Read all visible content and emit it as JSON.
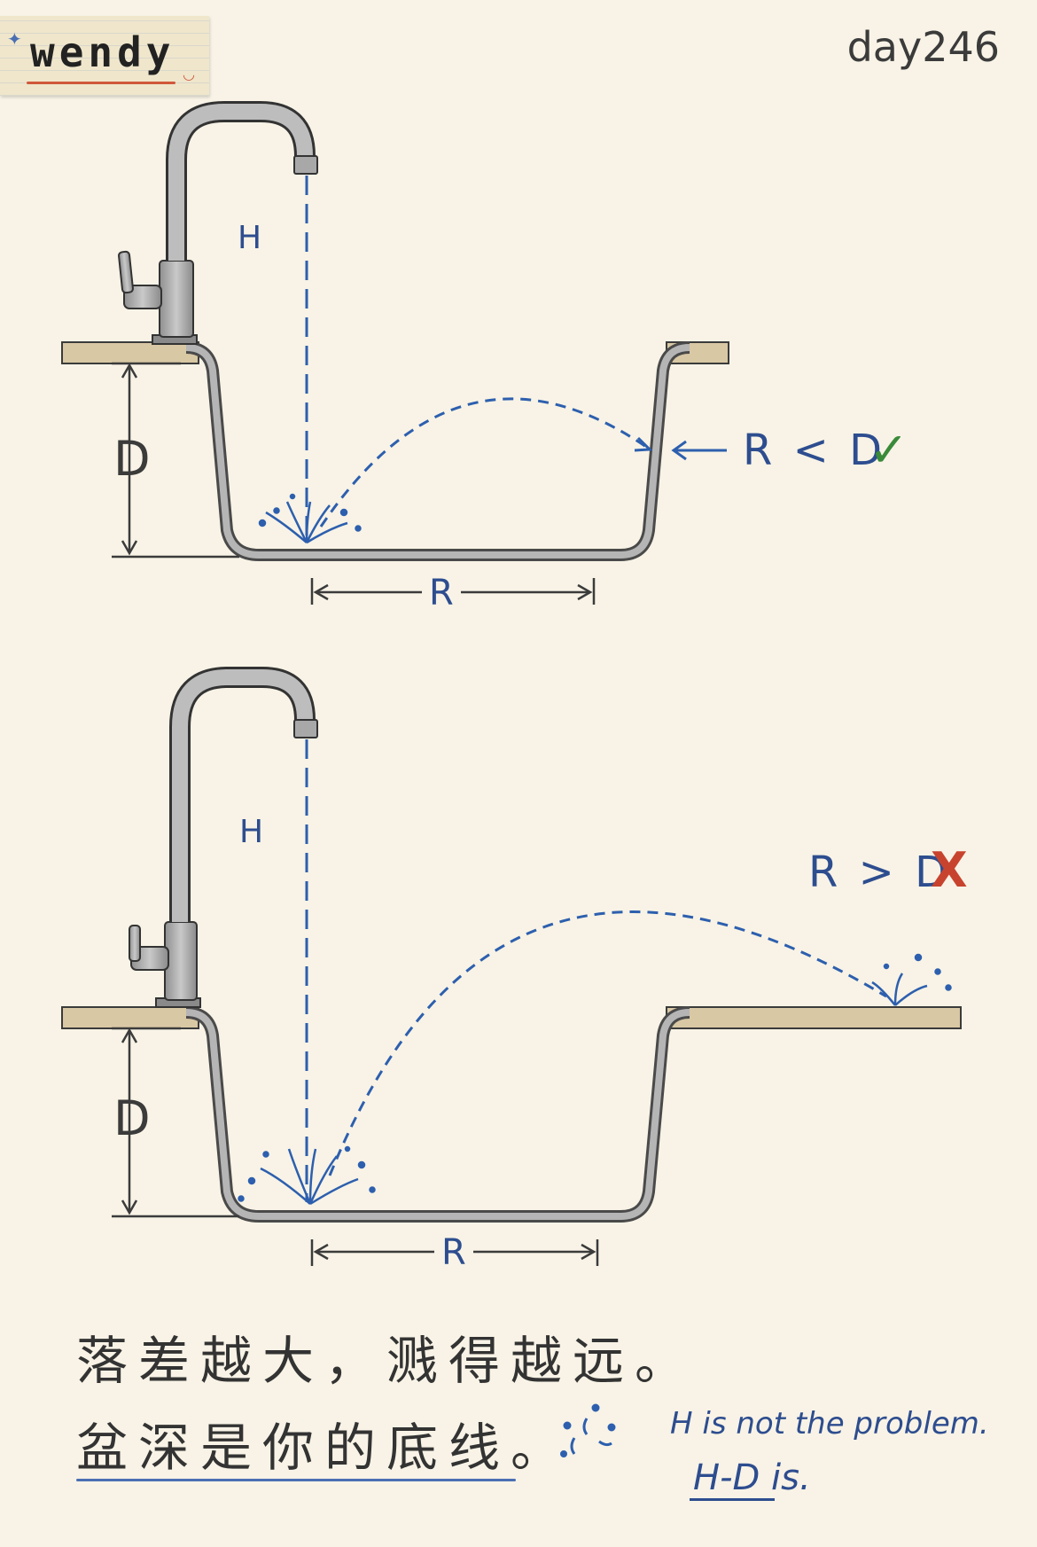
{
  "header": {
    "author_tag": "wendy",
    "day": "day246"
  },
  "diagram_top": {
    "height_label": "H",
    "depth_label": "D",
    "range_label": "R",
    "verdict": "R < D",
    "verdict_mark": "✓",
    "verdict_mark_color": "#3a8a3a"
  },
  "diagram_bottom": {
    "height_label": "H",
    "depth_label": "D",
    "range_label": "R",
    "verdict": "R > D",
    "verdict_mark": "X",
    "verdict_mark_color": "#c8432e"
  },
  "caption": {
    "line1": "落差越大，溅得越远。",
    "line2": "盆深是你的底线。"
  },
  "note": {
    "line1": "H is not the problem.",
    "line2": "H-D is."
  },
  "colors": {
    "water": "#2d5fae",
    "ink": "#3b3b3b",
    "counter": "#d9c8a4",
    "background": "#f8f3e6"
  }
}
